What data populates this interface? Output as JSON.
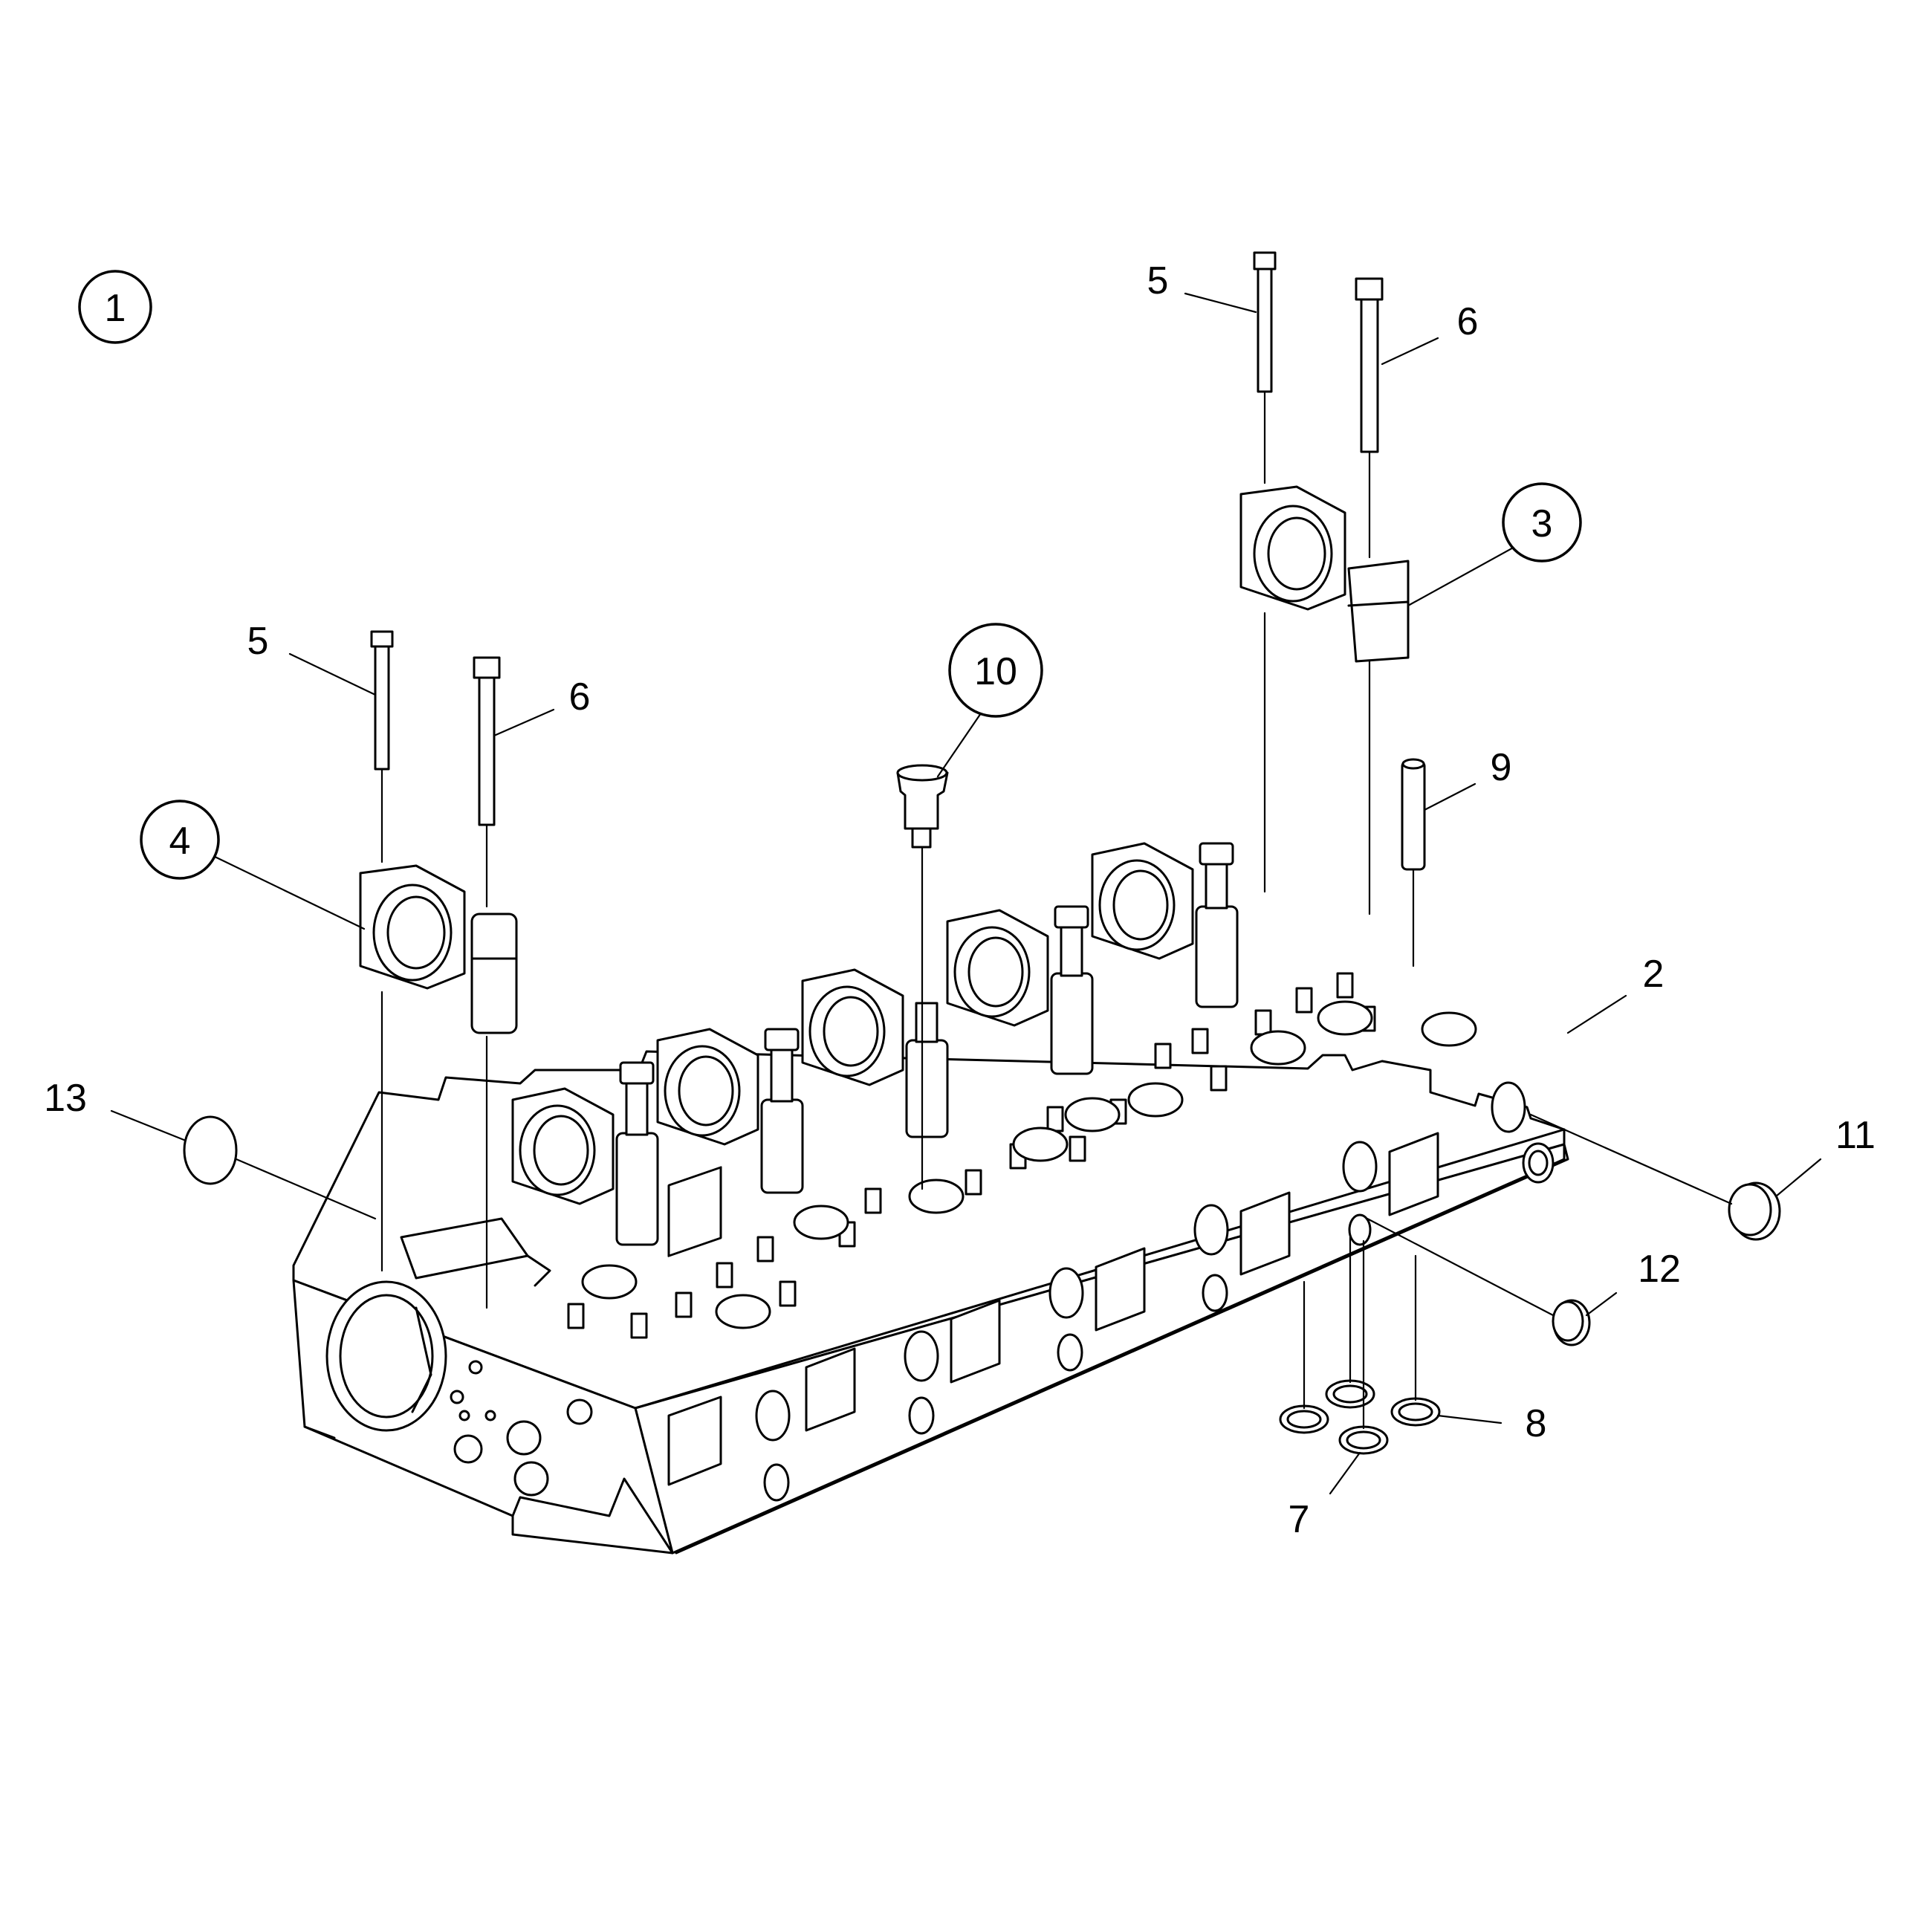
{
  "diagram": {
    "callouts": [
      {
        "id": "c1",
        "label": "1",
        "circled": true
      },
      {
        "id": "c2",
        "label": "2",
        "circled": false
      },
      {
        "id": "c3",
        "label": "3",
        "circled": true
      },
      {
        "id": "c4",
        "label": "4",
        "circled": true
      },
      {
        "id": "c5a",
        "label": "5",
        "circled": false
      },
      {
        "id": "c5b",
        "label": "5",
        "circled": false
      },
      {
        "id": "c6a",
        "label": "6",
        "circled": false
      },
      {
        "id": "c6b",
        "label": "6",
        "circled": false
      },
      {
        "id": "c7",
        "label": "7",
        "circled": false
      },
      {
        "id": "c8",
        "label": "8",
        "circled": false
      },
      {
        "id": "c9",
        "label": "9",
        "circled": false
      },
      {
        "id": "c10",
        "label": "10",
        "circled": true
      },
      {
        "id": "c11",
        "label": "11",
        "circled": false
      },
      {
        "id": "c12",
        "label": "12",
        "circled": false
      },
      {
        "id": "c13",
        "label": "13",
        "circled": false
      }
    ]
  }
}
